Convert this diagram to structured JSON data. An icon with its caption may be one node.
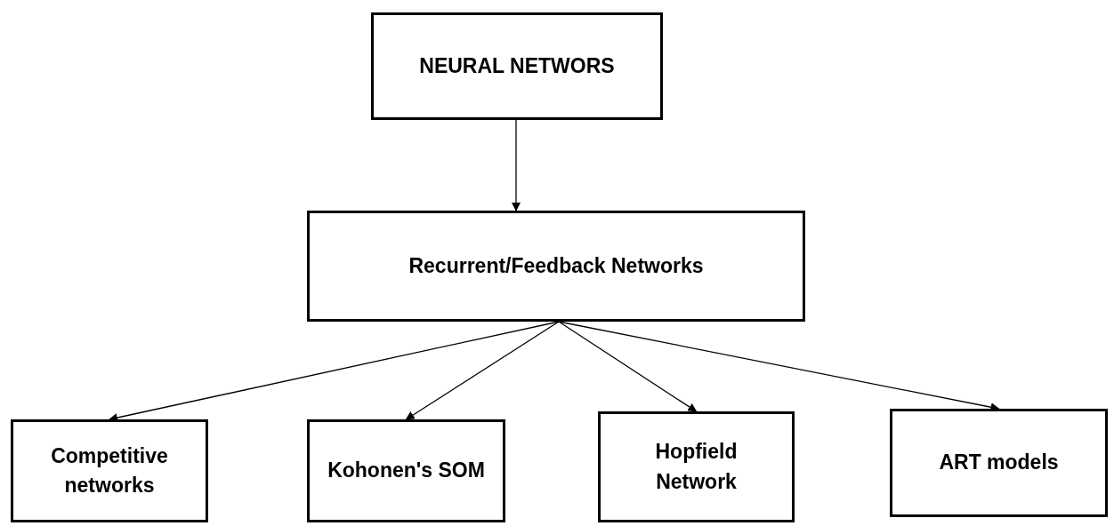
{
  "diagram": {
    "nodes": [
      {
        "text": [
          "NEURAL NETWORS"
        ]
      },
      {
        "text": [
          "Recurrent/Feedback Networks"
        ]
      },
      {
        "text": [
          "Competitive networks"
        ]
      },
      {
        "text": [
          "Kohonen's SOM"
        ]
      },
      {
        "text": [
          "Hopfield Network"
        ]
      },
      {
        "text": [
          "ART models"
        ]
      }
    ],
    "edges": [
      {
        "from": 0,
        "to": 1,
        "arrow": "to"
      },
      {
        "from": 1,
        "to": 2,
        "arrow": "to"
      },
      {
        "from": 1,
        "to": 3,
        "arrow": "to"
      },
      {
        "from": 1,
        "to": 4,
        "arrow": "to"
      },
      {
        "from": 1,
        "to": 5,
        "arrow": "to"
      }
    ]
  }
}
